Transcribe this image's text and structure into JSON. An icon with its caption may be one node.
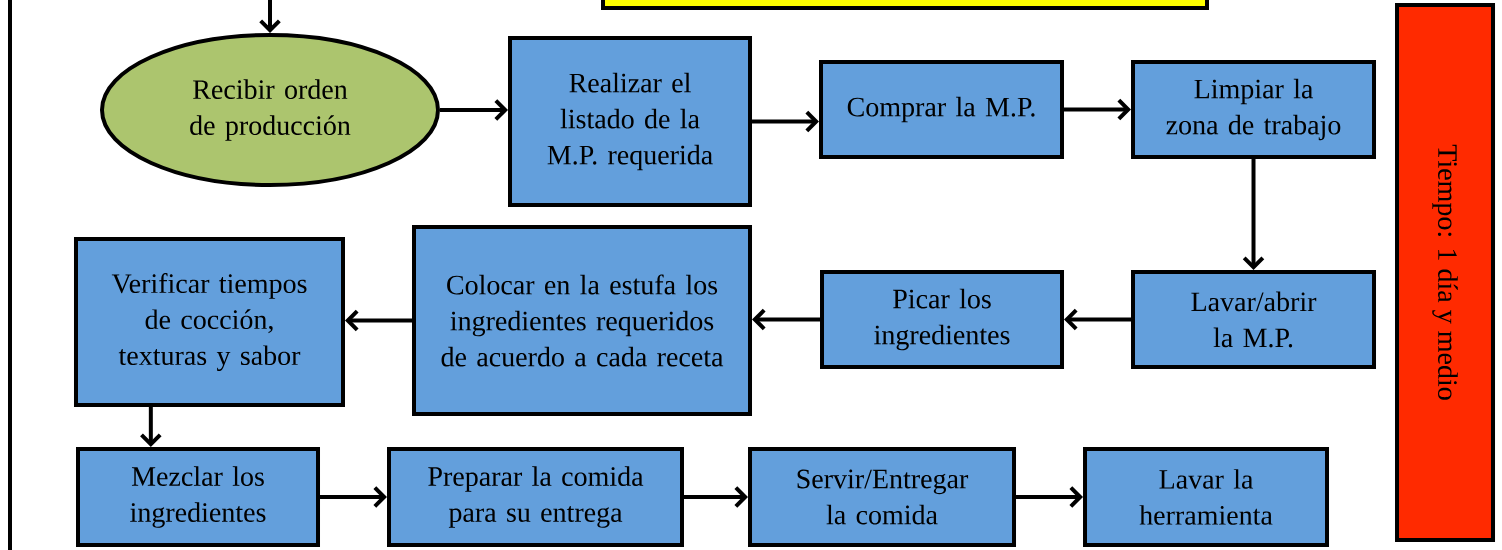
{
  "diagram": {
    "nodes": [
      {
        "text": [
          "Recibir orden de producción"
        ]
      },
      {
        "text": [
          "Realizar el listado de la M.P. requerida"
        ]
      },
      {
        "text": [
          "Comprar la M.P."
        ]
      },
      {
        "text": [
          "Limpiar la zona de trabajo"
        ]
      },
      {
        "text": [
          "Lavar/abrir la M.P."
        ]
      },
      {
        "text": [
          "Picar los ingredientes"
        ]
      },
      {
        "text": [
          "Colocar en la estufa los ingredientes requeridos de acuerdo a cada receta"
        ]
      },
      {
        "text": [
          "Verificar tiempos de cocción, texturas y sabor"
        ]
      },
      {
        "text": [
          "Mezclar los ingredientes"
        ]
      },
      {
        "text": [
          "Preparar la comida para su entrega"
        ]
      },
      {
        "text": [
          "Servir/Entregar la comida"
        ]
      },
      {
        "text": [
          "Lavar la herramienta"
        ]
      },
      {
        "text": [
          "Tiempo: 1 día y medio"
        ]
      },
      {
        "text": [],
        "shape": "box"
      }
    ],
    "edges": [
      {
        "from": null,
        "to": 0,
        "arrow": "to"
      },
      {
        "from": 0,
        "to": 1,
        "arrow": "to"
      },
      {
        "from": 1,
        "to": 2,
        "arrow": "to"
      },
      {
        "from": 2,
        "to": 3,
        "arrow": "to"
      },
      {
        "from": 3,
        "to": 4,
        "arrow": "to"
      },
      {
        "from": 4,
        "to": 5,
        "arrow": "to"
      },
      {
        "from": 5,
        "to": 6,
        "arrow": "to"
      },
      {
        "from": 6,
        "to": 7,
        "arrow": "to"
      },
      {
        "from": 7,
        "to": 8,
        "arrow": "to"
      },
      {
        "from": 8,
        "to": 9,
        "arrow": "to"
      },
      {
        "from": 9,
        "to": 10,
        "arrow": "to"
      },
      {
        "from": 10,
        "to": 11,
        "arrow": "to"
      }
    ]
  }
}
